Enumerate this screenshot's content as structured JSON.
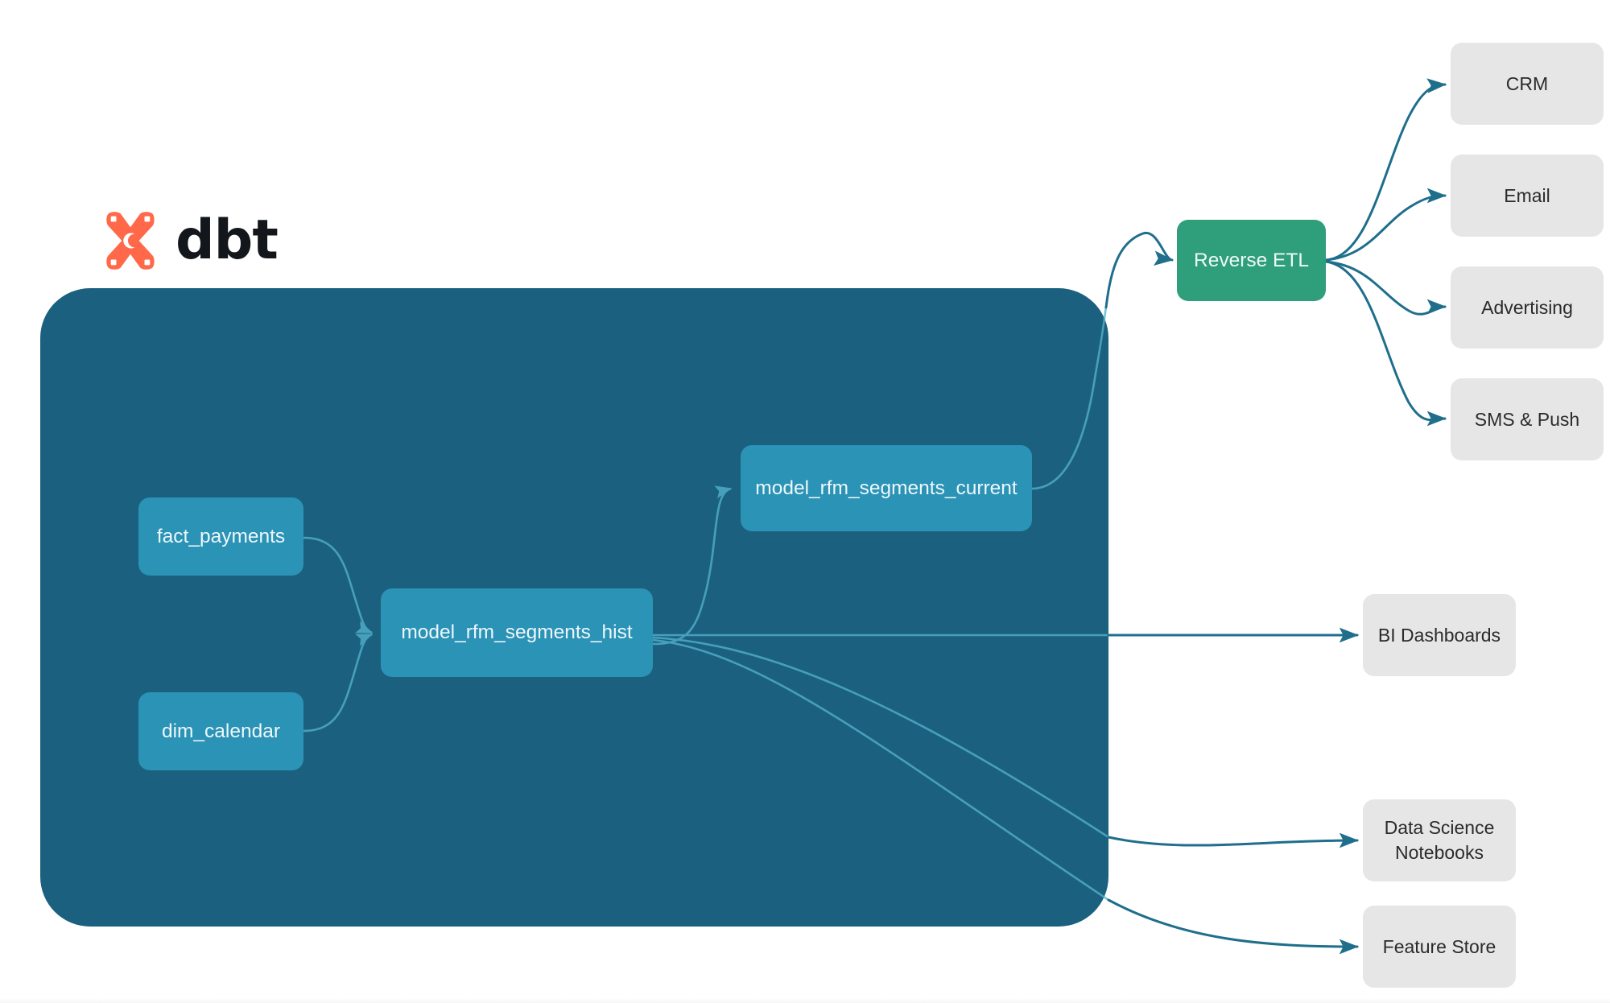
{
  "diagram": {
    "title": "dbt RFM segments lineage and activation flow",
    "background": "#ffffff",
    "colors": {
      "dbt_orange": "#FF694A",
      "dbt_wordmark": "#13171c",
      "container_bg": "#1C6080",
      "model_node": "#2B93B6",
      "reverse_etl_node": "#2E9E7B",
      "consumer_node": "#E6E6E6",
      "edge_outer": "#1F6E8C",
      "edge_inner": "#3FA8C4"
    }
  },
  "logo": {
    "name": "dbt-logo",
    "mark_icon": "dbt-x-mark-icon",
    "wordmark": "dbt"
  },
  "container": {
    "name": "dbt-project-container"
  },
  "models": [
    {
      "id": "fact_payments",
      "label": "fact_payments"
    },
    {
      "id": "dim_calendar",
      "label": "dim_calendar"
    },
    {
      "id": "model_rfm_segments_hist",
      "label": "model_rfm_segments_hist"
    },
    {
      "id": "model_rfm_segments_current",
      "label": "model_rfm_segments_current"
    }
  ],
  "activation": {
    "reverse_etl": {
      "id": "reverse_etl",
      "label": "Reverse ETL"
    },
    "destinations": [
      {
        "id": "crm",
        "label": "CRM"
      },
      {
        "id": "email",
        "label": "Email"
      },
      {
        "id": "advertising",
        "label": "Advertising"
      },
      {
        "id": "sms_push",
        "label": "SMS & Push"
      }
    ]
  },
  "consumers": [
    {
      "id": "bi_dashboards",
      "label": "BI Dashboards"
    },
    {
      "id": "ds_notebooks",
      "label": "Data Science\nNotebooks",
      "line1": "Data Science",
      "line2": "Notebooks"
    },
    {
      "id": "feature_store",
      "label": "Feature Store"
    }
  ],
  "edges": [
    {
      "from": "fact_payments",
      "to": "model_rfm_segments_hist",
      "style": "inner"
    },
    {
      "from": "dim_calendar",
      "to": "model_rfm_segments_hist",
      "style": "inner"
    },
    {
      "from": "model_rfm_segments_hist",
      "to": "model_rfm_segments_current",
      "style": "inner"
    },
    {
      "from": "model_rfm_segments_current",
      "to": "reverse_etl",
      "style": "outer"
    },
    {
      "from": "reverse_etl",
      "to": "crm",
      "style": "outer"
    },
    {
      "from": "reverse_etl",
      "to": "email",
      "style": "outer"
    },
    {
      "from": "reverse_etl",
      "to": "advertising",
      "style": "outer"
    },
    {
      "from": "reverse_etl",
      "to": "sms_push",
      "style": "outer"
    },
    {
      "from": "model_rfm_segments_hist",
      "to": "bi_dashboards",
      "style": "outer"
    },
    {
      "from": "model_rfm_segments_hist",
      "to": "ds_notebooks",
      "style": "outer"
    },
    {
      "from": "model_rfm_segments_hist",
      "to": "feature_store",
      "style": "outer"
    }
  ]
}
